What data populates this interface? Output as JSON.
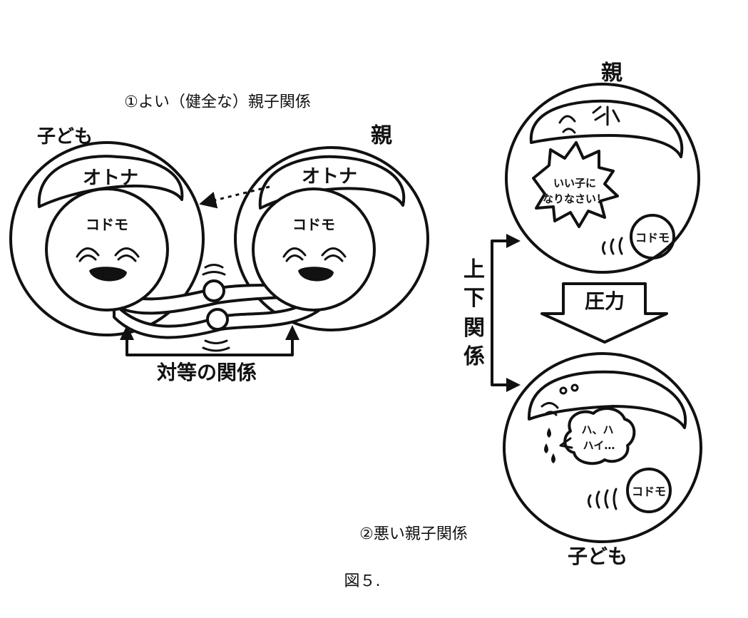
{
  "good": {
    "title": "①よい（健全な）親子関係",
    "child_label": "子ども",
    "parent_label": "親",
    "adult": "オトナ",
    "child_inner": "コドモ",
    "bottom_label": "対等の関係"
  },
  "bad": {
    "parent_label": "親",
    "speech": [
      "いい子に",
      "なりなさい！"
    ],
    "child_inner": "コドモ",
    "pressure": "圧力",
    "hierarchy_chars": [
      "上",
      "下",
      "関",
      "係"
    ],
    "reply": [
      "ハ、ハ",
      "ハイ…"
    ],
    "child_label": "子ども",
    "title": "②悪い親子関係"
  },
  "figure_label": "図５."
}
